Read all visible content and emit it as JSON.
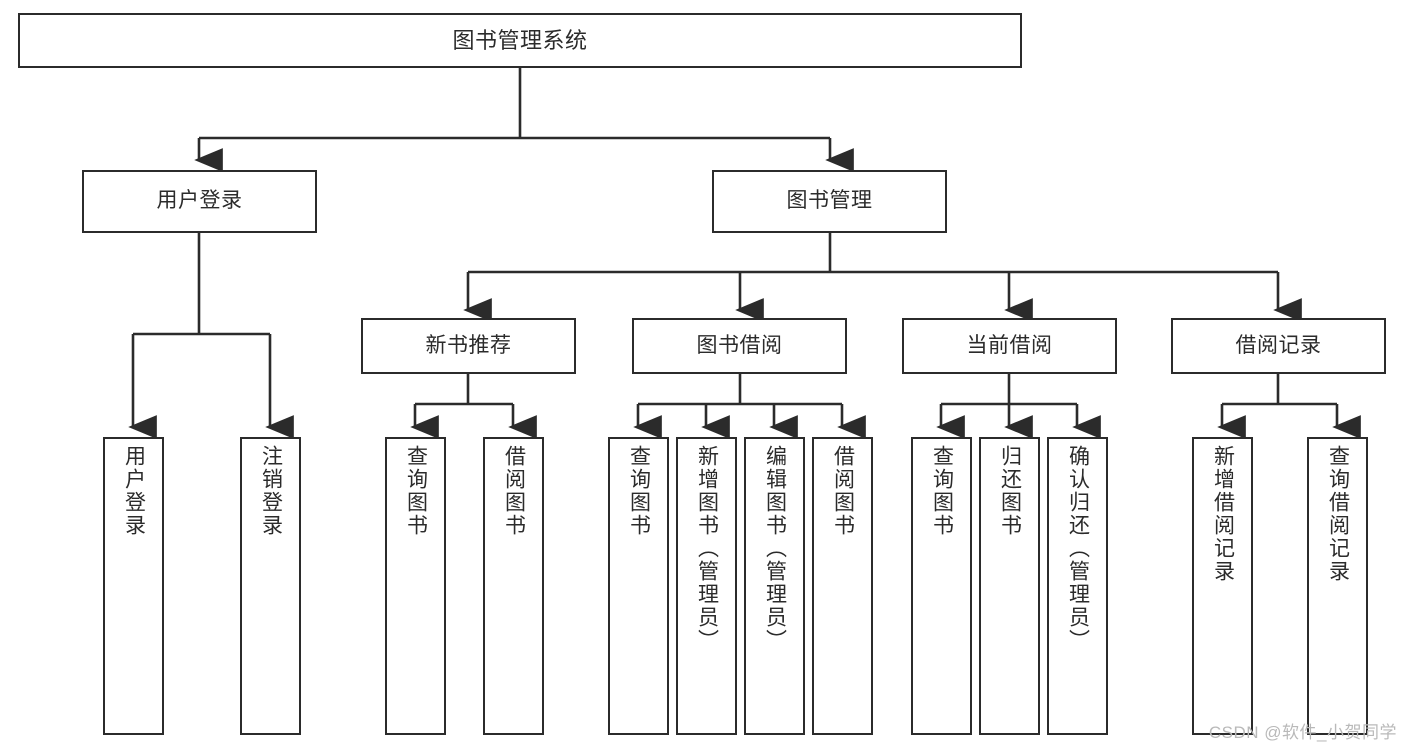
{
  "diagram": {
    "title": "图书管理系统",
    "type": "tree-hierarchy",
    "orientation": "top-down",
    "style": {
      "box_border_color": "#2b2b2b",
      "box_fill_color": "#ffffff",
      "connector_color": "#2b2b2b",
      "text_color": "#2b2b2b",
      "background_color": "#ffffff"
    }
  },
  "nodes": {
    "root": {
      "label": "图书管理系统",
      "level": 1
    },
    "level2": [
      {
        "id": "user-login",
        "label": "用户登录"
      },
      {
        "id": "book-management",
        "label": "图书管理"
      }
    ],
    "level3": [
      {
        "id": "new-book-recommend",
        "label": "新书推荐",
        "parent": "book-management"
      },
      {
        "id": "book-borrow",
        "label": "图书借阅",
        "parent": "book-management"
      },
      {
        "id": "current-borrow",
        "label": "当前借阅",
        "parent": "book-management"
      },
      {
        "id": "borrow-record",
        "label": "借阅记录",
        "parent": "book-management"
      }
    ],
    "leaves": {
      "user-login": [
        {
          "id": "leaf-user-login",
          "label": "用户登录"
        },
        {
          "id": "leaf-user-logout",
          "label": "注销登录"
        }
      ],
      "new-book-recommend": [
        {
          "id": "leaf-query-book-1",
          "label": "查询图书"
        },
        {
          "id": "leaf-borrow-book-1",
          "label": "借阅图书"
        }
      ],
      "book-borrow": [
        {
          "id": "leaf-query-book-2",
          "label": "查询图书"
        },
        {
          "id": "leaf-add-book",
          "label": "新增图书（管理员）"
        },
        {
          "id": "leaf-edit-book",
          "label": "编辑图书（管理员）"
        },
        {
          "id": "leaf-borrow-book-2",
          "label": "借阅图书"
        }
      ],
      "current-borrow": [
        {
          "id": "leaf-query-book-3",
          "label": "查询图书"
        },
        {
          "id": "leaf-return-book",
          "label": "归还图书"
        },
        {
          "id": "leaf-confirm-return",
          "label": "确认归还（管理员）"
        }
      ],
      "borrow-record": [
        {
          "id": "leaf-add-record",
          "label": "新增借阅记录"
        },
        {
          "id": "leaf-query-record",
          "label": "查询借阅记录"
        }
      ]
    }
  },
  "watermark": {
    "text": "CSDN @软件_小贺同学"
  }
}
